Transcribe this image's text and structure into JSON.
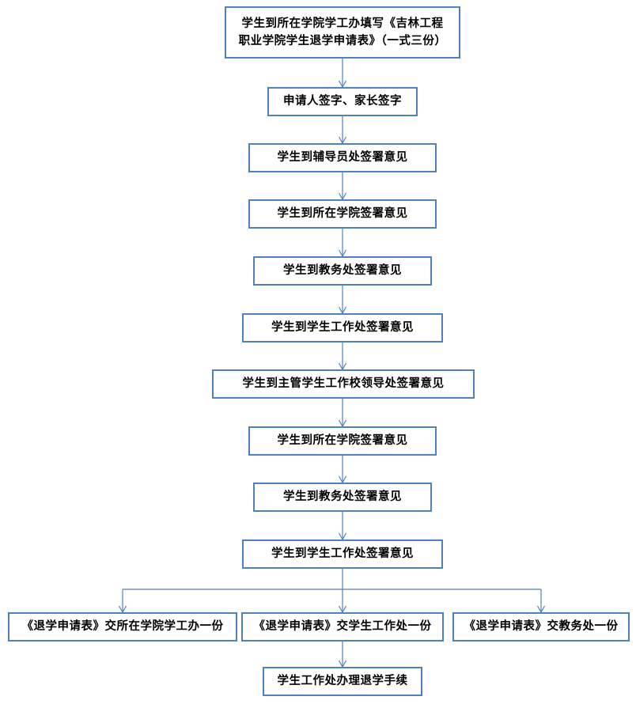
{
  "flow": {
    "steps": [
      {
        "id": "s1",
        "lines": [
          "学生到所在学院学工办填写《吉林工程",
          "职业学院学生退学申请表》（一式三份）"
        ]
      },
      {
        "id": "s2",
        "text": "申请人签字、家长签字"
      },
      {
        "id": "s3",
        "text": "学生到辅导员处签署意见"
      },
      {
        "id": "s4",
        "text": "学生到所在学院签署意见"
      },
      {
        "id": "s5",
        "text": "学生到教务处签署意见"
      },
      {
        "id": "s6",
        "text": "学生到学生工作处签署意见"
      },
      {
        "id": "s7",
        "text": "学生到主管学生工作校领导处签署意见"
      },
      {
        "id": "s8",
        "text": "学生到所在学院签署意见"
      },
      {
        "id": "s9",
        "text": "学生到教务处签署意见"
      },
      {
        "id": "s10",
        "text": "学生到学生工作处签署意见"
      }
    ],
    "branches": [
      {
        "id": "b1",
        "text": "《退学申请表》交所在学院学工办一份"
      },
      {
        "id": "b2",
        "text": "《退学申请表》交学生工作处一份"
      },
      {
        "id": "b3",
        "text": "《退学申请表》交教务处一份"
      }
    ],
    "final": {
      "id": "f1",
      "text": "学生工作处办理退学手续"
    },
    "colors": {
      "border": "#4f81bd",
      "connector": "#4f81bd",
      "text": "#000000",
      "background": "#ffffff"
    }
  }
}
